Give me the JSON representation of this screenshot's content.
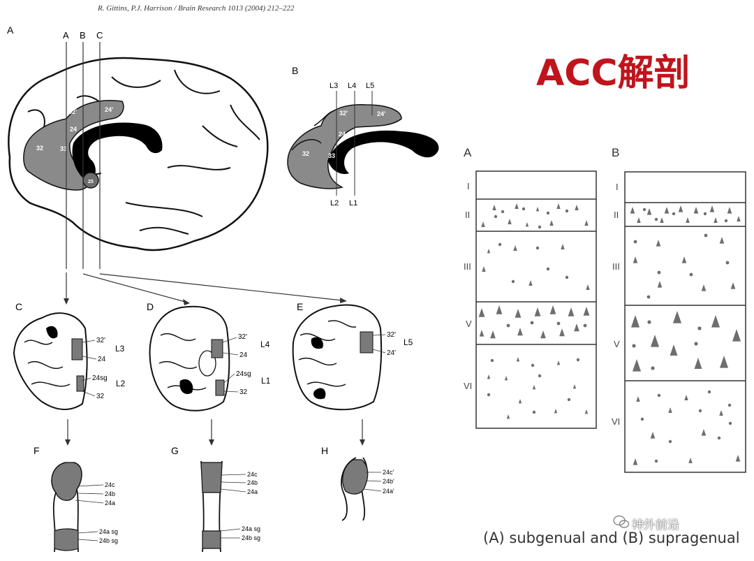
{
  "citation": "R. Gittins, P.J. Harrison / Brain Research 1013 (2004) 212–222",
  "title": "ACC解剖",
  "caption": "(A) subgenual and (B) supragenual",
  "watermark": "神外前沿",
  "left_figure": {
    "panel_A": "A",
    "panel_B": "B",
    "section_lines": [
      "A",
      "B",
      "C"
    ],
    "brain_area_labels": [
      "32'",
      "24'",
      "24",
      "32",
      "33",
      "25"
    ],
    "panel_B_lines_top": [
      "L3",
      "L4",
      "L5"
    ],
    "panel_B_lines_bottom": [
      "L2",
      "L1"
    ],
    "panel_B_area_labels": [
      "32'",
      "24'",
      "24",
      "32",
      "33"
    ],
    "panel_C": {
      "letter": "C",
      "labels": [
        "32'",
        "24",
        "24sg",
        "32"
      ],
      "lines": [
        "L3",
        "L2"
      ]
    },
    "panel_D": {
      "letter": "D",
      "labels": [
        "32'",
        "24",
        "24sg",
        "32"
      ],
      "lines": [
        "L4",
        "L1"
      ]
    },
    "panel_E": {
      "letter": "E",
      "labels": [
        "32'",
        "24'"
      ],
      "lines": [
        "L5"
      ]
    },
    "panel_F": {
      "letter": "F",
      "labels": [
        "24c",
        "24b",
        "24a",
        "24a sg",
        "24b sg"
      ]
    },
    "panel_G": {
      "letter": "G",
      "labels": [
        "24c",
        "24b",
        "24a",
        "24a sg",
        "24b sg"
      ]
    },
    "panel_H": {
      "letter": "H",
      "labels": [
        "24c'",
        "24b'",
        "24a'"
      ]
    }
  },
  "right_figure": {
    "column_A": {
      "letter": "A",
      "layers": [
        "I",
        "II",
        "III",
        "V",
        "VI"
      ]
    },
    "column_B": {
      "letter": "B",
      "layers": [
        "I",
        "II",
        "III",
        "V",
        "VI"
      ]
    }
  }
}
